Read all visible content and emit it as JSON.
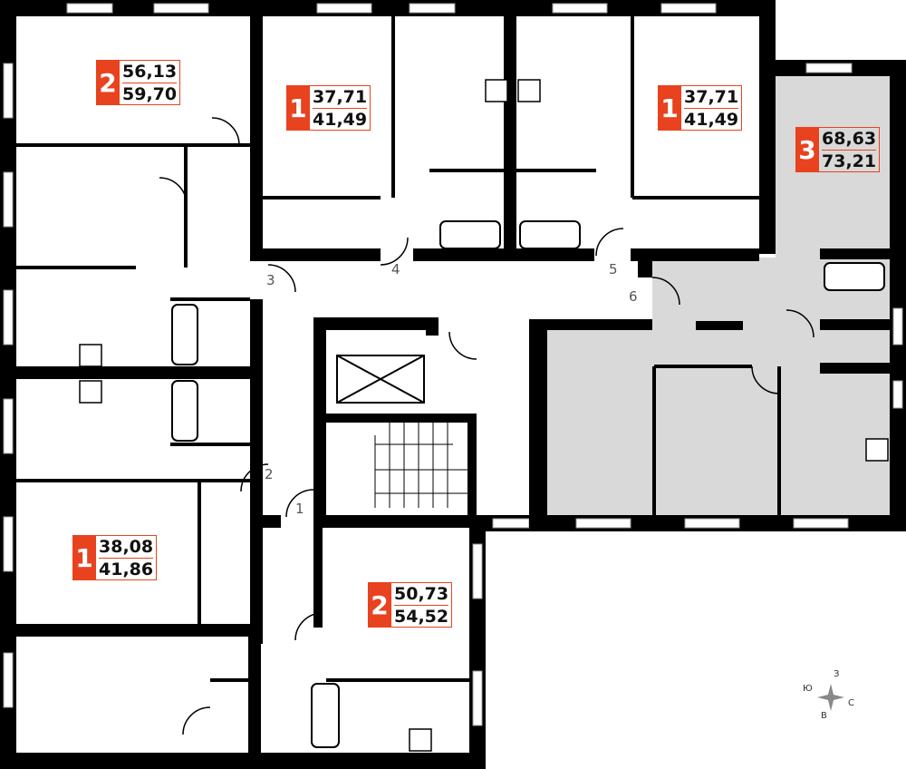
{
  "apartments": [
    {
      "rooms": "2",
      "total": "56,13",
      "living": "59,70"
    },
    {
      "rooms": "1",
      "total": "37,71",
      "living": "41,49"
    },
    {
      "rooms": "1",
      "total": "37,71",
      "living": "41,49"
    },
    {
      "rooms": "3",
      "total": "68,63",
      "living": "73,21"
    },
    {
      "rooms": "1",
      "total": "38,08",
      "living": "41,86"
    },
    {
      "rooms": "2",
      "total": "50,73",
      "living": "54,52"
    }
  ],
  "doors": [
    "1",
    "2",
    "3",
    "4",
    "5",
    "6"
  ],
  "compass": {
    "n": "З",
    "w": "Ю",
    "e": "С",
    "s": "В"
  },
  "colors": {
    "accent": "#e8421f",
    "wall": "#000000",
    "highlight": "#d9d9d9"
  }
}
